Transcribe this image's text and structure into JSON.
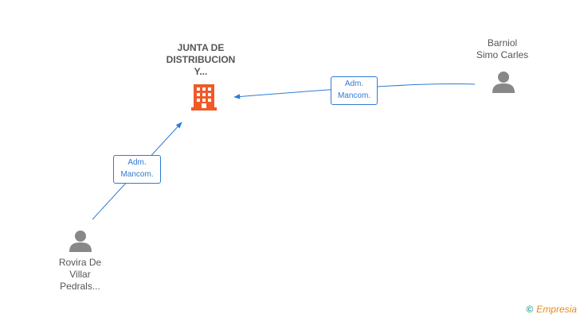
{
  "company": {
    "label_lines": [
      "JUNTA DE",
      "DISTRIBUCION",
      "Y..."
    ],
    "icon": "building-icon",
    "color": "#f05a28"
  },
  "people": [
    {
      "id": "barniol",
      "label_lines": [
        "Barniol",
        "Simo Carles"
      ],
      "icon": "person-icon"
    },
    {
      "id": "rovira",
      "label_lines": [
        "Rovira De",
        "Villar",
        "Pedrals..."
      ],
      "icon": "person-icon"
    }
  ],
  "relations": [
    {
      "from": "barniol",
      "label_lines": [
        "Adm.",
        "Mancom."
      ]
    },
    {
      "from": "rovira",
      "label_lines": [
        "Adm.",
        "Mancom."
      ]
    }
  ],
  "brand": {
    "copyright_symbol": "©",
    "name": "mpresia",
    "initial": "E"
  },
  "colors": {
    "edge": "#2e7bd6",
    "icon_gray": "#888888",
    "label": "#555555"
  }
}
